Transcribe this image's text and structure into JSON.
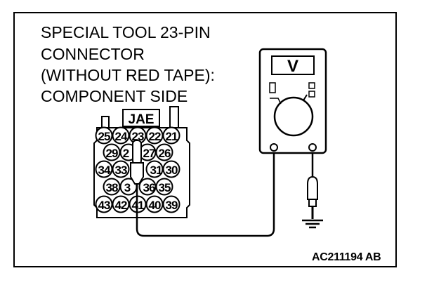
{
  "caption": {
    "line1": "SPECIAL TOOL 23-PIN",
    "line2": "CONNECTOR",
    "line3": "(WITHOUT RED TAPE):",
    "line4": "COMPONENT SIDE"
  },
  "connector": {
    "brand": "JAE",
    "pins": {
      "p25": "25",
      "p24": "24",
      "p23": "23",
      "p22": "22",
      "p21": "21",
      "p29": "29",
      "p28": "2",
      "p27": "27",
      "p26": "26",
      "p34": "34",
      "p33": "33",
      "p31": "31",
      "p30": "30",
      "p38": "38",
      "p37": "3",
      "p36": "36",
      "p35": "35",
      "p43": "43",
      "p42": "42",
      "p41": "41",
      "p40": "40",
      "p39": "39"
    }
  },
  "meter": {
    "mode_symbol": "V"
  },
  "figure_code": "AC211194 AB"
}
